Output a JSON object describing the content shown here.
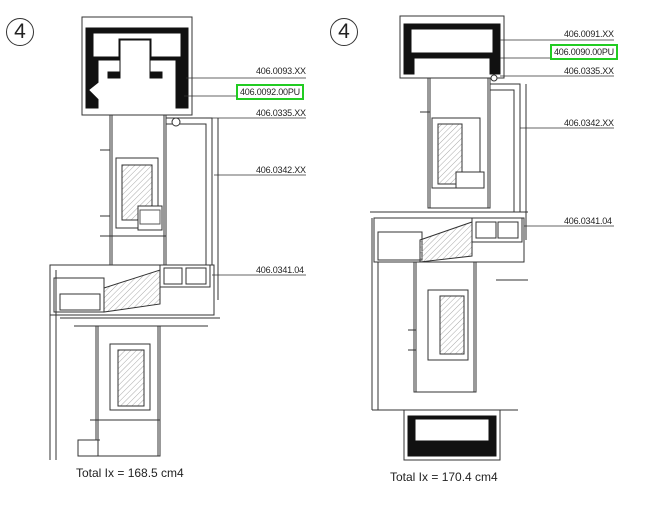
{
  "left": {
    "section_number": "4",
    "labels": [
      "406.0093.XX",
      "406.0092.00PU",
      "406.0335.XX",
      "406.0342.XX",
      "406.0341.04"
    ],
    "highlighted_label": "406.0092.00PU",
    "total": "Total Ix = 168.5 cm4"
  },
  "right": {
    "section_number": "4",
    "labels": [
      "406.0091.XX",
      "406.0090.00PU",
      "406.0335.XX",
      "406.0342.XX",
      "406.0341.04"
    ],
    "highlighted_label": "406.0090.00PU",
    "total": "Total Ix = 170.4 cm4"
  },
  "colors": {
    "highlight": "#22cc22",
    "line": "#333333",
    "fill_dark": "#111111",
    "hatch": "#bbbbbb"
  }
}
